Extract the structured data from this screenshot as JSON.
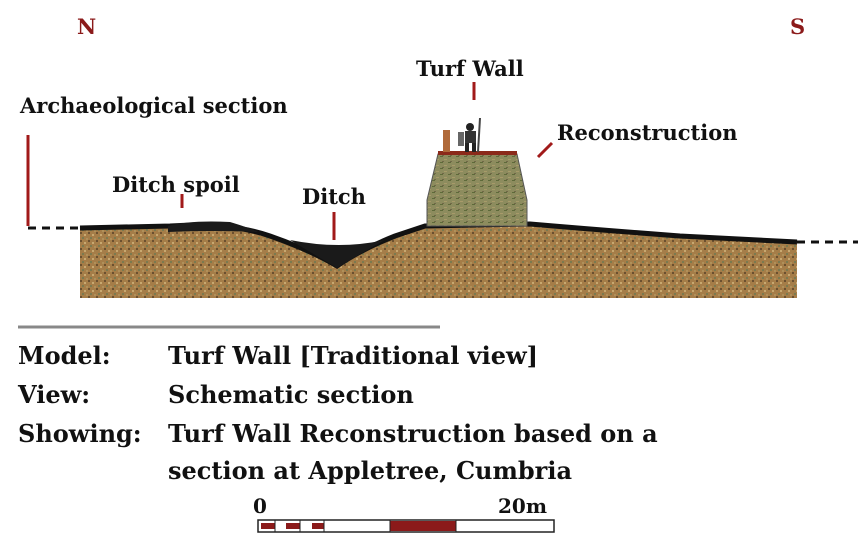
{
  "compass": {
    "north": "N",
    "south": "S"
  },
  "labels": {
    "turf_wall": "Turf Wall",
    "archaeological_section": "Archaeological section",
    "reconstruction": "Reconstruction",
    "ditch_spoil": "Ditch spoil",
    "ditch": "Ditch"
  },
  "meta": [
    {
      "key": "Model:",
      "value": "Turf Wall  [Traditional view]"
    },
    {
      "key": "View:",
      "value": "Schematic section"
    },
    {
      "key": "Showing:",
      "value": "Turf Wall Reconstruction based on a"
    },
    {
      "key": "",
      "value": "section at Appletree, Cumbria"
    }
  ],
  "scale": {
    "start": "0",
    "end": "20m"
  },
  "colors": {
    "compass": "#8b1a1a",
    "pointer": "#a11a1a",
    "soil": "#a07a45",
    "turf": "#8c8a5c",
    "scale_red": "#8b1a1a"
  }
}
